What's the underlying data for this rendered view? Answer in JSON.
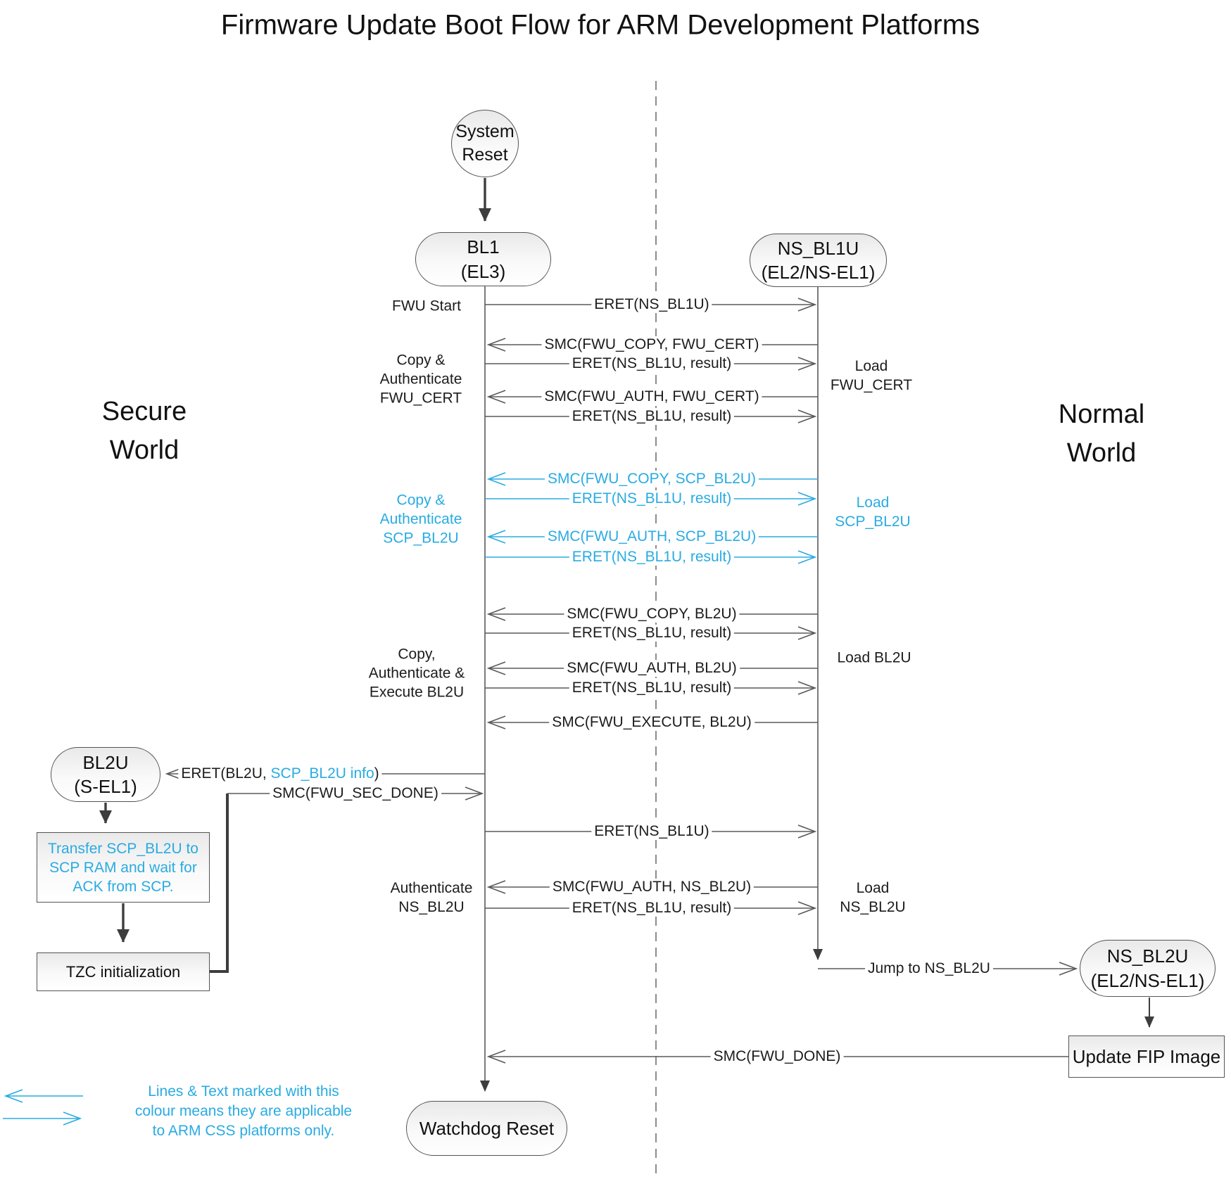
{
  "title": "Firmware Update Boot Flow for ARM Development Platforms",
  "colors": {
    "accent_cyan": "#29ABE2",
    "line_gray": "#5a5a5a"
  },
  "worlds": {
    "secure": "Secure\nWorld",
    "normal": "Normal\nWorld"
  },
  "nodes": {
    "system_reset": "System\nReset",
    "bl1": "BL1\n(EL3)",
    "ns_bl1u": "NS_BL1U\n(EL2/NS-EL1)",
    "bl2u": "BL2U\n(S-EL1)",
    "ns_bl2u": "NS_BL2U\n(EL2/NS-EL1)",
    "watchdog": "Watchdog Reset",
    "transfer_scp": "Transfer SCP_BL2U to\nSCP RAM and wait for\nACK from SCP.",
    "tzc": "TZC initialization",
    "update_fip": "Update FIP Image"
  },
  "messages": {
    "eret_ns_bl1u_1": "ERET(NS_BL1U)",
    "smc_copy_fwu_cert": "SMC(FWU_COPY, FWU_CERT)",
    "eret_result_1": "ERET(NS_BL1U, result)",
    "smc_auth_fwu_cert": "SMC(FWU_AUTH, FWU_CERT)",
    "eret_result_2": "ERET(NS_BL1U, result)",
    "smc_copy_scp_bl2u": "SMC(FWU_COPY, SCP_BL2U)",
    "eret_result_3": "ERET(NS_BL1U, result)",
    "smc_auth_scp_bl2u": "SMC(FWU_AUTH, SCP_BL2U)",
    "eret_result_4": "ERET(NS_BL1U, result)",
    "smc_copy_bl2u": "SMC(FWU_COPY, BL2U)",
    "eret_result_5": "ERET(NS_BL1U, result)",
    "smc_auth_bl2u": "SMC(FWU_AUTH, BL2U)",
    "eret_result_6": "ERET(NS_BL1U, result)",
    "smc_execute_bl2u": "SMC(FWU_EXECUTE, BL2U)",
    "eret_bl2u_prefix": "ERET(BL2U, ",
    "eret_bl2u_cyan": "SCP_BL2U info",
    "eret_bl2u_suffix": ")",
    "smc_sec_done": "SMC(FWU_SEC_DONE)",
    "eret_ns_bl1u_2": "ERET(NS_BL1U)",
    "smc_auth_ns_bl2u": "SMC(FWU_AUTH, NS_BL2U)",
    "eret_result_7": "ERET(NS_BL1U, result)",
    "jump_ns_bl2u": "Jump to NS_BL2U",
    "smc_fwu_done": "SMC(FWU_DONE)"
  },
  "annotations": {
    "fwu_start": "FWU Start",
    "copy_auth_fwu_cert": "Copy &\nAuthenticate\nFWU_CERT",
    "load_fwu_cert": "Load\nFWU_CERT",
    "copy_auth_scp_bl2u": "Copy &\nAuthenticate\nSCP_BL2U",
    "load_scp_bl2u": "Load\nSCP_BL2U",
    "copy_auth_exec_bl2u": "Copy,\nAuthenticate &\nExecute BL2U",
    "load_bl2u": "Load BL2U",
    "authenticate_ns_bl2u": "Authenticate\nNS_BL2U",
    "load_ns_bl2u": "Load\nNS_BL2U"
  },
  "legend": {
    "note": "Lines & Text marked with this\ncolour means they are applicable\nto ARM CSS platforms only."
  }
}
